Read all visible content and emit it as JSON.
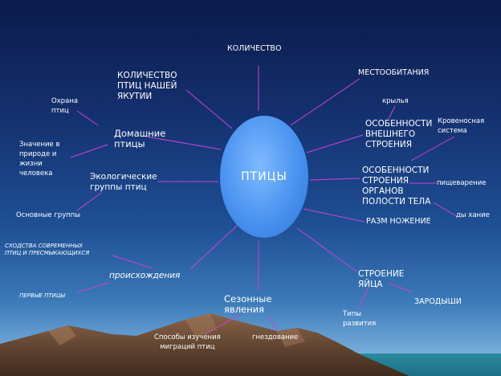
{
  "center": {
    "label": "ПТИЦЫ"
  },
  "labels": {
    "kolichestvo": "КОЛИЧЕСТВО",
    "kolichestvo_yakutii": [
      "КОЛИЧЕСТВО",
      "ПТИЦ НАШЕЙ",
      "ЯКУТИИ"
    ],
    "mestoobitaniya": "МЕСТООБИТАНИЯ",
    "okhrana": [
      "Охрана",
      "птиц"
    ],
    "domashnie": [
      "Домашние",
      "птицы"
    ],
    "krylya": "крылья",
    "osobennosti_vneshnego": [
      "ОСОБЕННОСТИ",
      "ВНЕШНЕГО",
      "СТРОЕНИЯ"
    ],
    "krovenosnaya": [
      "Кровеносная",
      "система"
    ],
    "znachenie": [
      "Значение в",
      "природе и",
      "жизни",
      "человека"
    ],
    "ekologicheskie": [
      "Экологические",
      "группы птиц"
    ],
    "osobennosti_polosti": [
      "ОСОБЕННОСТИ",
      "СТРОЕНИЯ",
      "ОРГАНОВ",
      "ПОЛОСТИ ТЕЛА"
    ],
    "pishchevarenie": "пищеварение",
    "osnovnye_gruppy": "Основные группы",
    "dykhanie": "ды хание",
    "razmnozhenie": "РАЗМ НОЖЕНИЕ",
    "skhodstva": [
      "СХОДСТВА СОВРЕМЕННЫХ",
      "ПТИЦ И ПРЕСМЫКАЮЩИХСЯ"
    ],
    "proiskhozhdeniya": "происхождения",
    "stroenie_yaytsa": [
      "СТРОЕНИЕ",
      "ЯЙЦА"
    ],
    "pervye_ptitsy": "ПЕРВЫЕ ПТИЦЫ",
    "zarodyshi": "ЗАРОДЫШИ",
    "sezonnye": [
      "Сезонные",
      "явления"
    ],
    "tipy_razvitiya": [
      "Типы",
      "развития"
    ],
    "sposoby": [
      "Способы изучения",
      "миграций птиц"
    ],
    "gnezdovanie": "гнездование"
  },
  "colors": {
    "connector": "#d040d8",
    "ellipse": "#4a93f0",
    "mountains": "#6b4a35",
    "text": "#ffffff"
  }
}
